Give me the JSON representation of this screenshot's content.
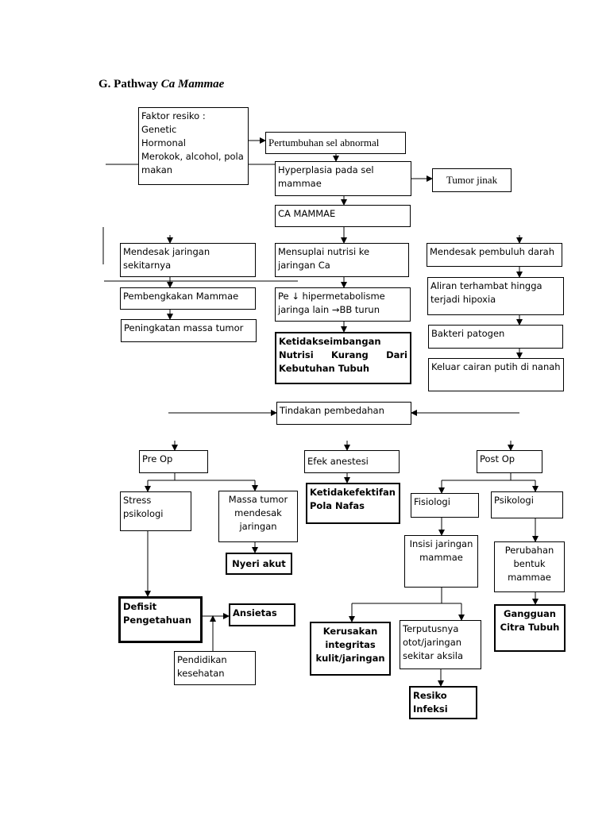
{
  "title": {
    "prefix": "G.  Pathway ",
    "italic": "Ca Mammae"
  },
  "nodes": {
    "faktor_resiko": [
      "Faktor resiko :",
      "Genetic",
      "Hormonal",
      "Merokok, alcohol, pola makan"
    ],
    "pertumbuhan_sel": "Pertumbuhan sel abnormal",
    "hyperplasia": "Hyperplasia pada sel mammae",
    "tumor_jinak": "Tumor jinak",
    "ca_mammae": "CA MAMMAE",
    "mendesak_jaringan": "Mendesak jaringan sekitarnya",
    "mensuplai_nutrisi": "Mensuplai nutrisi ke jaringan Ca",
    "mendesak_pembuluh": "Mendesak pembuluh darah",
    "pembengkakan": "Pembengkakan Mammae",
    "hipermetabolisme": "Pe ↓ hipermetabolisme jaringa lain →BB turun",
    "aliran_terhambat": "Aliran terhambat hingga terjadi hipoxia",
    "peningkatan_massa": "Peningkatan massa tumor",
    "ketidakseimbangan": "Ketidakseimbangan Nutrisi Kurang Dari Kebutuhan Tubuh",
    "bakteri": "Bakteri patogen",
    "keluar_cairan": "Keluar cairan putih di nanah",
    "tindakan": "Tindakan pembedahan",
    "pre_op": "Pre Op",
    "efek_anestesi": "Efek anestesi",
    "post_op": "Post Op",
    "stress": "Stress psikologi",
    "massa_mendesak": "Massa tumor mendesak jaringan",
    "ketidakefektifan": "Ketidakefektifan Pola Nafas",
    "fisiologi": "Fisiologi",
    "psikologi": "Psikologi",
    "nyeri": "Nyeri akut",
    "insisi": "Insisi jaringan mammae",
    "perubahan": "Perubahan bentuk mammae",
    "defisit": "Defisit Pengetahuan",
    "ansietas": "Ansietas",
    "kerusakan": "Kerusakan integritas kulit/jaringan",
    "terputusnya": "Terputusnya otot/jaringan sekitar aksila",
    "gangguan": "Gangguan Citra Tubuh",
    "pendidikan": "Pendidikan kesehatan",
    "resiko_infeksi": "Resiko Infeksi"
  }
}
